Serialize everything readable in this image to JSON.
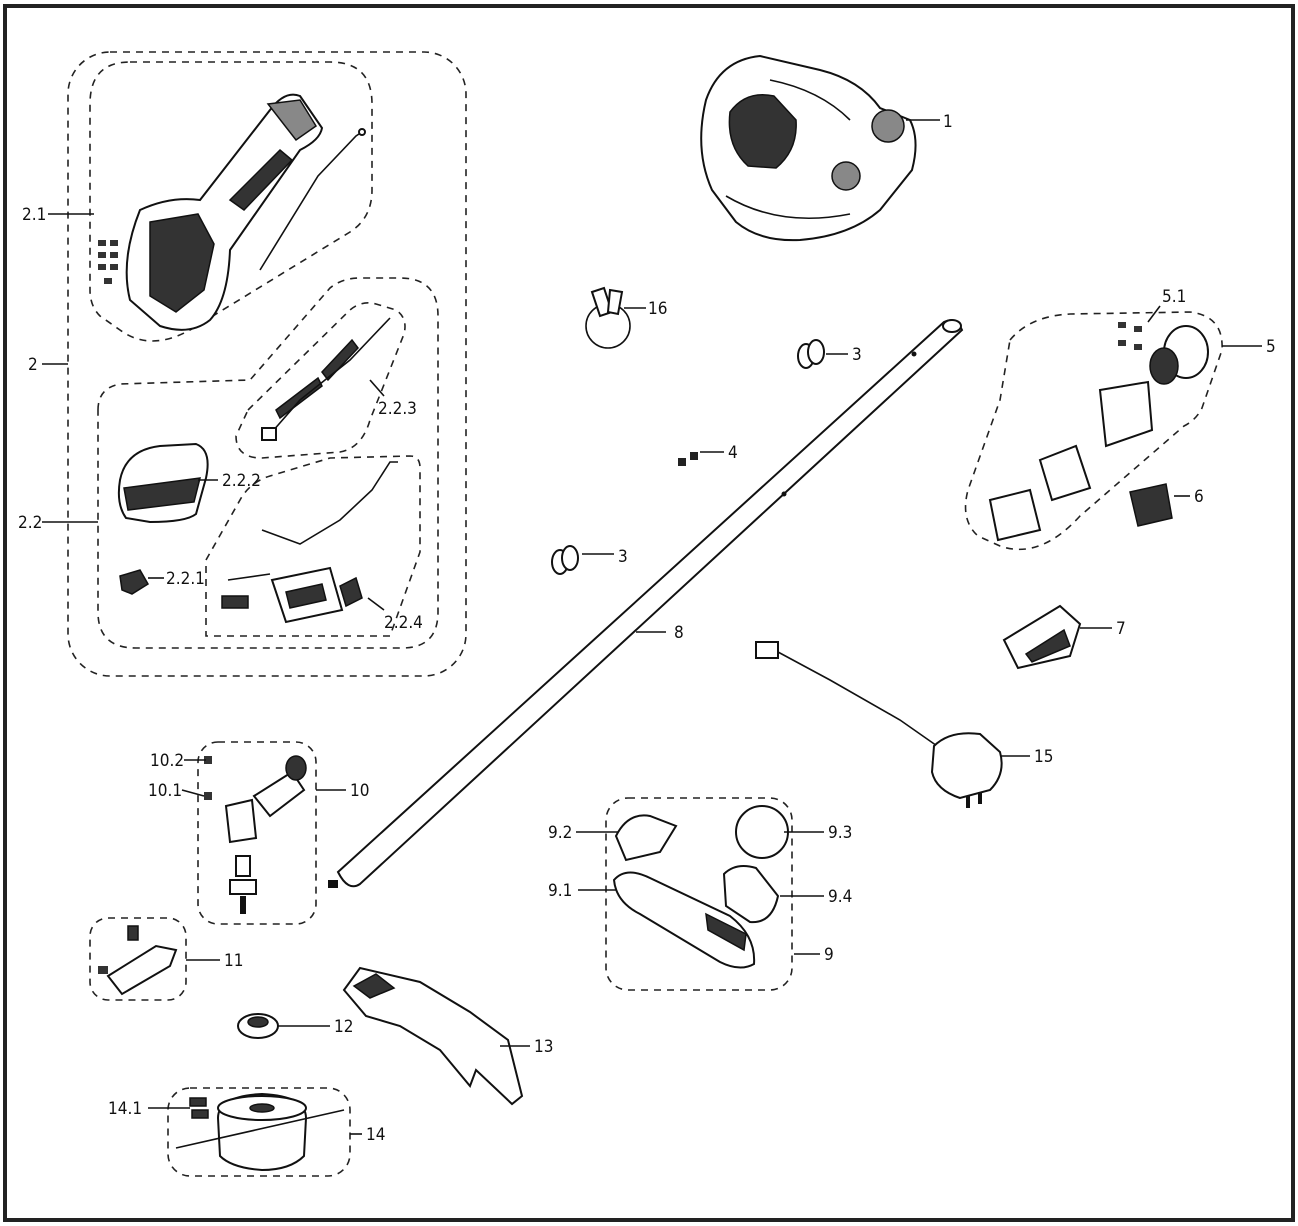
{
  "diagram": {
    "callouts": {
      "c1": "1",
      "c2": "2",
      "c2_1": "2.1",
      "c2_2": "2.2",
      "c2_2_1": "2.2.1",
      "c2_2_2": "2.2.2",
      "c2_2_3": "2.2.3",
      "c2_2_4": "2.2.4",
      "c3a": "3",
      "c3b": "3",
      "c4": "4",
      "c5": "5",
      "c5_1": "5.1",
      "c6": "6",
      "c7": "7",
      "c8": "8",
      "c9": "9",
      "c9_1": "9.1",
      "c9_2": "9.2",
      "c9_3": "9.3",
      "c9_4": "9.4",
      "c10": "10",
      "c10_1": "10.1",
      "c10_2": "10.2",
      "c11": "11",
      "c12": "12",
      "c13": "13",
      "c14": "14",
      "c14_1": "14.1",
      "c15": "15",
      "c16": "16"
    }
  }
}
